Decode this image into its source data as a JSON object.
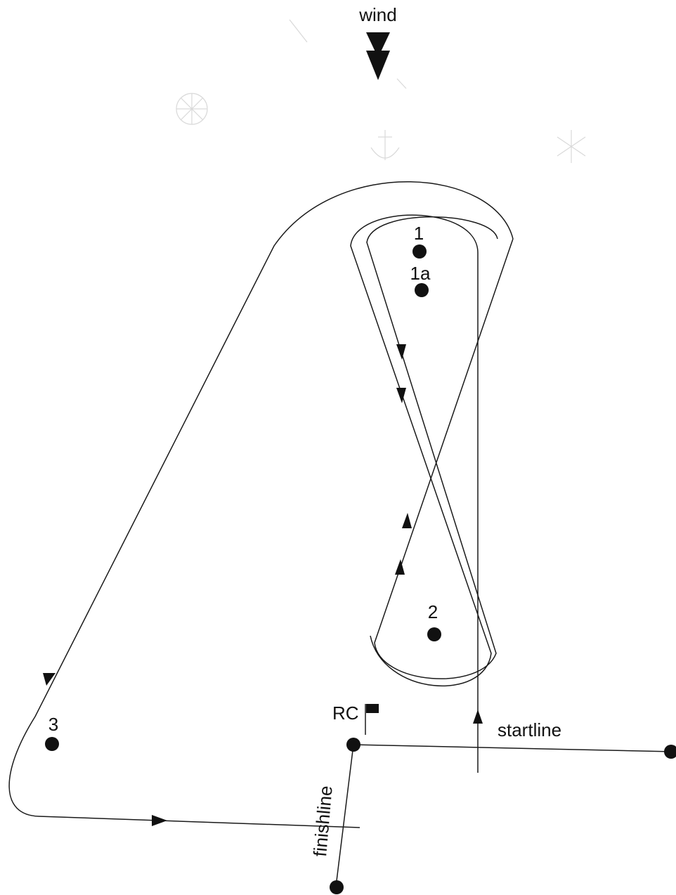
{
  "wind": {
    "label": "wind"
  },
  "marks": [
    {
      "id": "1",
      "label": "1"
    },
    {
      "id": "1a",
      "label": "1a"
    },
    {
      "id": "2",
      "label": "2"
    },
    {
      "id": "3",
      "label": "3"
    }
  ],
  "committee_boat": {
    "label": "RC"
  },
  "start_line": {
    "label": "startline"
  },
  "finish_line": {
    "label": "finishline"
  },
  "colors": {
    "ink": "#111111",
    "watermark": "#d9d9d9"
  }
}
